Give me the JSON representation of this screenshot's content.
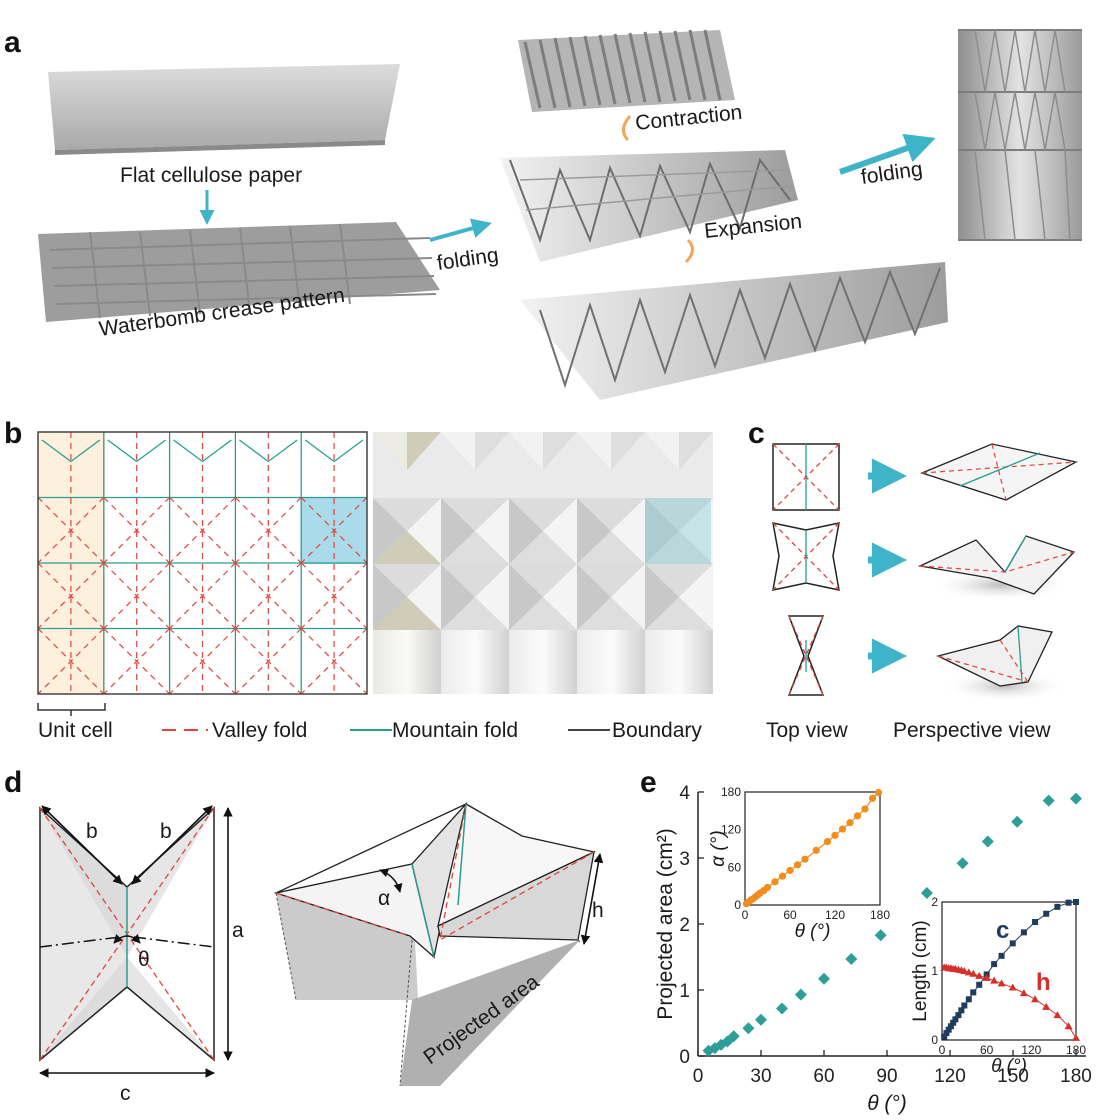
{
  "panels": {
    "a": {
      "letter": "a",
      "flat_label": "Flat cellulose paper",
      "crease_label": "Waterbomb crease pattern",
      "folding1": "folding",
      "folding2": "folding",
      "contraction": "Contraction",
      "expansion": "Expansion"
    },
    "b": {
      "letter": "b",
      "unit_cell": "Unit cell",
      "legend_valley": "Valley fold",
      "legend_mountain": "Mountain fold",
      "legend_boundary": "Boundary"
    },
    "c": {
      "letter": "c",
      "top_view": "Top view",
      "perspective_view": "Perspective view"
    },
    "d": {
      "letter": "d",
      "label_b1": "b",
      "label_b2": "b",
      "label_a": "a",
      "label_c": "c",
      "label_theta": "θ",
      "label_alpha": "α",
      "label_h": "h",
      "projected_area": "Projected area"
    },
    "e": {
      "letter": "e"
    }
  },
  "colors": {
    "valley": "#e0443c",
    "mountain": "#2a9d8f",
    "boundary": "#444444",
    "teal_marker": "#2e9e98",
    "orange_marker": "#f28c1a",
    "navy_marker": "#1f3c5c",
    "red_marker": "#d6302a",
    "arrow": "#3fb4c8",
    "highlight_unit": "#fdf0dc",
    "highlight_cell": "#a9dbeb"
  },
  "chart_data": [
    {
      "type": "scatter",
      "xlabel": "θ (°)",
      "ylabel": "Projected area (cm²)",
      "xlim": [
        0,
        180
      ],
      "ylim": [
        0,
        4
      ],
      "xticks": [
        0,
        30,
        60,
        90,
        120,
        150,
        180
      ],
      "yticks": [
        0,
        1,
        2,
        3,
        4
      ],
      "marker": "diamond",
      "x": [
        5,
        8,
        11,
        14,
        17,
        24,
        30,
        40,
        49,
        60,
        73,
        87,
        109,
        126,
        138,
        152,
        167,
        180
      ],
      "values": [
        0.08,
        0.12,
        0.17,
        0.22,
        0.3,
        0.42,
        0.55,
        0.72,
        0.93,
        1.17,
        1.47,
        1.83,
        2.47,
        2.92,
        3.25,
        3.55,
        3.87,
        3.9
      ]
    },
    {
      "type": "line",
      "inset": true,
      "xlabel": "θ (°)",
      "ylabel": "α (°)",
      "xlim": [
        0,
        180
      ],
      "ylim": [
        0,
        180
      ],
      "xticks": [
        0,
        60,
        120,
        180
      ],
      "yticks": [
        0,
        60,
        120,
        180
      ],
      "x": [
        2,
        5,
        8,
        11,
        14,
        17,
        20,
        25,
        30,
        40,
        50,
        60,
        70,
        80,
        95,
        110,
        120,
        130,
        140,
        150,
        160,
        170,
        178
      ],
      "values": [
        2,
        5,
        8,
        10,
        13,
        16,
        19,
        23,
        28,
        37,
        46,
        55,
        64,
        73,
        87,
        101,
        111,
        121,
        131,
        142,
        153,
        170,
        179
      ]
    },
    {
      "type": "line",
      "inset": true,
      "xlabel": "θ (°)",
      "ylabel": "Length (cm)",
      "xlim": [
        0,
        180
      ],
      "ylim": [
        0,
        2
      ],
      "xticks": [
        0,
        60,
        120,
        180
      ],
      "yticks": [
        0,
        1,
        2
      ],
      "series": [
        {
          "name": "c",
          "x": [
            3,
            6,
            9,
            12,
            15,
            18,
            22,
            26,
            30,
            36,
            42,
            50,
            60,
            70,
            80,
            95,
            110,
            125,
            140,
            155,
            170,
            180
          ],
          "values": [
            0.05,
            0.1,
            0.15,
            0.2,
            0.25,
            0.3,
            0.36,
            0.43,
            0.5,
            0.59,
            0.69,
            0.8,
            0.95,
            1.1,
            1.22,
            1.4,
            1.56,
            1.71,
            1.83,
            1.93,
            1.99,
            2.0
          ]
        },
        {
          "name": "h",
          "x": [
            3,
            6,
            9,
            12,
            15,
            18,
            22,
            26,
            30,
            36,
            42,
            50,
            60,
            70,
            80,
            95,
            110,
            125,
            140,
            155,
            170,
            180
          ],
          "values": [
            1.05,
            1.05,
            1.04,
            1.04,
            1.03,
            1.03,
            1.02,
            1.01,
            1.0,
            0.98,
            0.96,
            0.93,
            0.9,
            0.86,
            0.82,
            0.76,
            0.68,
            0.59,
            0.48,
            0.36,
            0.2,
            0.03
          ]
        }
      ]
    }
  ]
}
